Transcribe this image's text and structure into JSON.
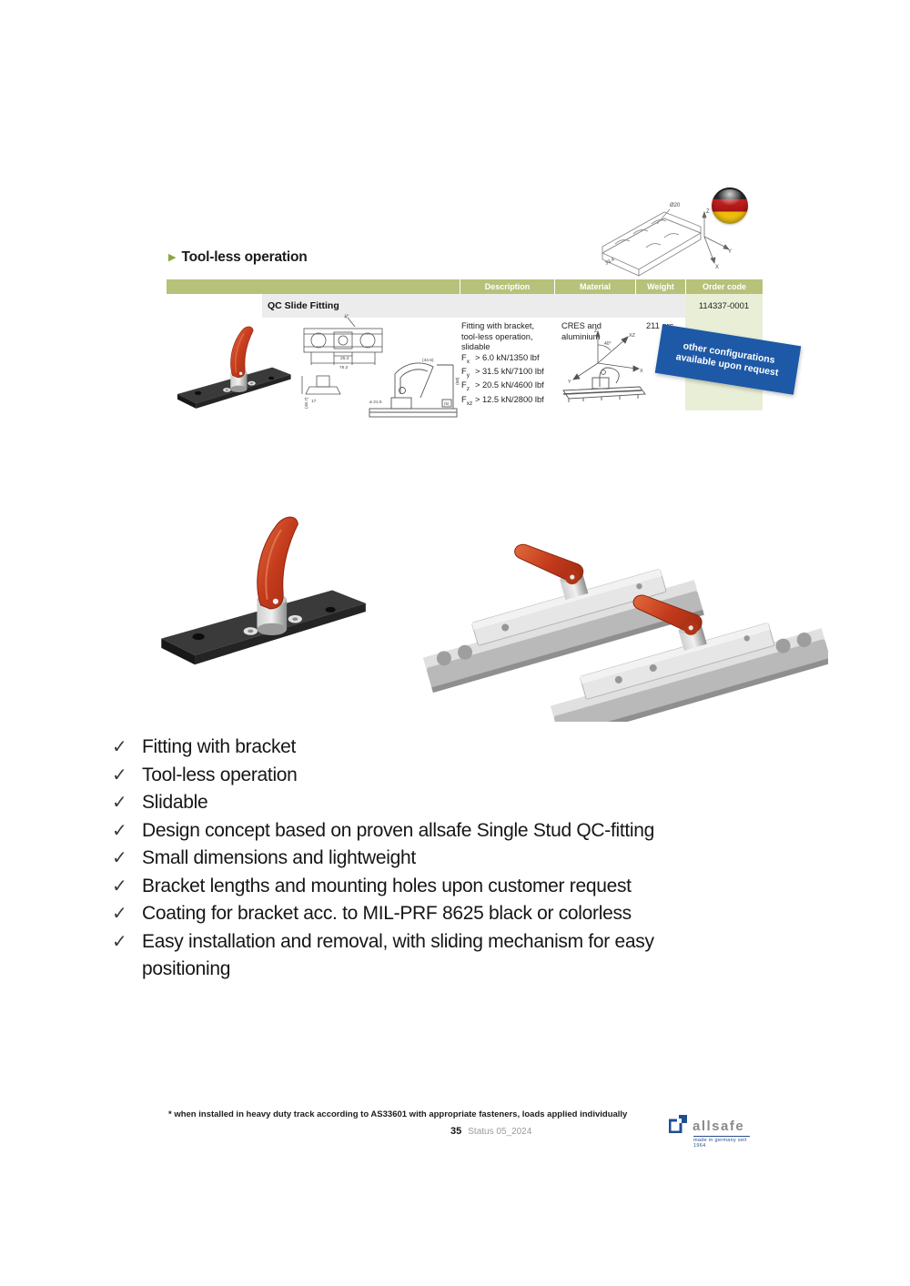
{
  "page": {
    "heading": "Tool-less operation",
    "footnote": "* when installed in heavy duty track according to AS33601 with appropriate fasteners, loads applied individually",
    "page_number": "35",
    "status": "Status 05_2024"
  },
  "glyphs": {
    "arrow": "▶",
    "check": "✓"
  },
  "colors": {
    "header_olive": "#b8c17a",
    "cell_green": "#e9eed6",
    "row_gray": "#ececec",
    "banner_blue": "#1d59a6",
    "lever_red": "#c43a1c",
    "arrow_green": "#8ca63c"
  },
  "table": {
    "columns": [
      "Description",
      "Material",
      "Weight",
      "Order code"
    ],
    "product": {
      "name": "QC Slide Fitting",
      "order_code": "114337-0001",
      "weight": "211 grs.",
      "material_line1": "CRES and",
      "material_line2": "aluminium",
      "description_lines": {
        "l1": "Fitting with bracket,",
        "l2": "tool-less operation,",
        "l3": "slidable"
      },
      "forces": [
        {
          "label": "F",
          "sub": "x",
          "value": "> 6.0 kN/1350 lbf"
        },
        {
          "label": "F",
          "sub": "y",
          "value": "> 31.5 kN/7100 lbf"
        },
        {
          "label": "F",
          "sub": "z",
          "value": "> 20.5 kN/4600 lbf"
        },
        {
          "label": "F",
          "sub": "xz",
          "value": "> 12.5 kN/2800 lbf"
        }
      ]
    }
  },
  "banner": {
    "line1": "other configurations",
    "line2": "available upon request"
  },
  "checklist": [
    "Fitting with bracket",
    "Tool-less operation",
    "Slidable",
    "Design concept based on proven allsafe Single Stud QC-fitting",
    "Small dimensions and lightweight",
    "Bracket lengths and mounting holes upon customer request",
    "Coating for bracket acc. to MIL-PRF 8625 black or colorless",
    "Easy installation and removal, with sliding mechanism for easy positioning"
  ],
  "drawings": {
    "rail": {
      "dia": "Ø20",
      "width_dim": "33.4",
      "z": "Z",
      "y": "Y",
      "x": "X"
    },
    "axes": {
      "z": "Z",
      "y": "Y",
      "x": "X",
      "xz": "XZ",
      "angle": "40°"
    },
    "top_view": {
      "d1": "25.4",
      "d2": "76.2",
      "dia": "ø20"
    },
    "front_view": {
      "h": "(48.7)",
      "h2": "17"
    },
    "side_view": {
      "dia": "ø 21.5",
      "w": "(44.5)",
      "h": "(68)",
      "s": "(5)"
    }
  },
  "logo": {
    "word": "allsafe",
    "tagline": "made in germany seit 1964"
  }
}
